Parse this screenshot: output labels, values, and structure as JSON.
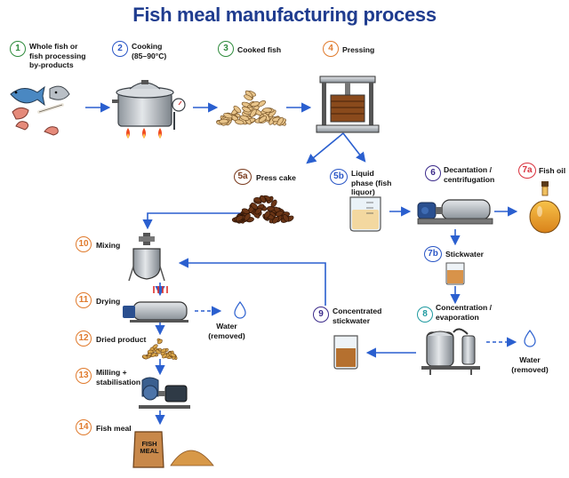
{
  "title": "Fish meal manufacturing process",
  "colors": {
    "arrow": "#2a5fcf",
    "green": "#2e8b3c",
    "blue": "#2a56c6",
    "orange": "#e07a2c",
    "purple": "#3b2a8a",
    "red": "#d9333f",
    "teal": "#1f9aa0"
  },
  "steps": {
    "s1": {
      "num": "1",
      "label": "Whole fish or fish processing by-products",
      "color": "#2e8b3c"
    },
    "s2": {
      "num": "2",
      "label": "Cooking (85–90°C)",
      "color": "#2a56c6"
    },
    "s3": {
      "num": "3",
      "label": "Cooked fish",
      "color": "#2e8b3c"
    },
    "s4": {
      "num": "4",
      "label": "Pressing",
      "color": "#e07a2c"
    },
    "s5a": {
      "num": "5a",
      "label": "Press cake",
      "color": "#7a3b1e"
    },
    "s5b": {
      "num": "5b",
      "label": "Liquid phase (fish liquor)",
      "color": "#2a56c6"
    },
    "s6": {
      "num": "6",
      "label": "Decantation / centrifugation",
      "color": "#3b2a8a"
    },
    "s7a": {
      "num": "7a",
      "label": "Fish oil",
      "color": "#d9333f"
    },
    "s7b": {
      "num": "7b",
      "label": "Stickwater",
      "color": "#2a56c6"
    },
    "s8": {
      "num": "8",
      "label": "Concentration / evaporation",
      "color": "#1f9aa0"
    },
    "s9": {
      "num": "9",
      "label": "Concentrated stickwater",
      "color": "#3b2a8a"
    },
    "s10": {
      "num": "10",
      "label": "Mixing",
      "color": "#e07a2c"
    },
    "s11": {
      "num": "11",
      "label": "Drying",
      "color": "#e07a2c"
    },
    "s12": {
      "num": "12",
      "label": "Dried product",
      "color": "#e07a2c"
    },
    "s13": {
      "num": "13",
      "label": "Milling + stabilisation",
      "color": "#e07a2c"
    },
    "s14": {
      "num": "14",
      "label": "Fish meal",
      "color": "#e07a2c"
    }
  },
  "water1": "Water (removed)",
  "water2": "Water (removed)",
  "bag_text": "FISH MEAL"
}
